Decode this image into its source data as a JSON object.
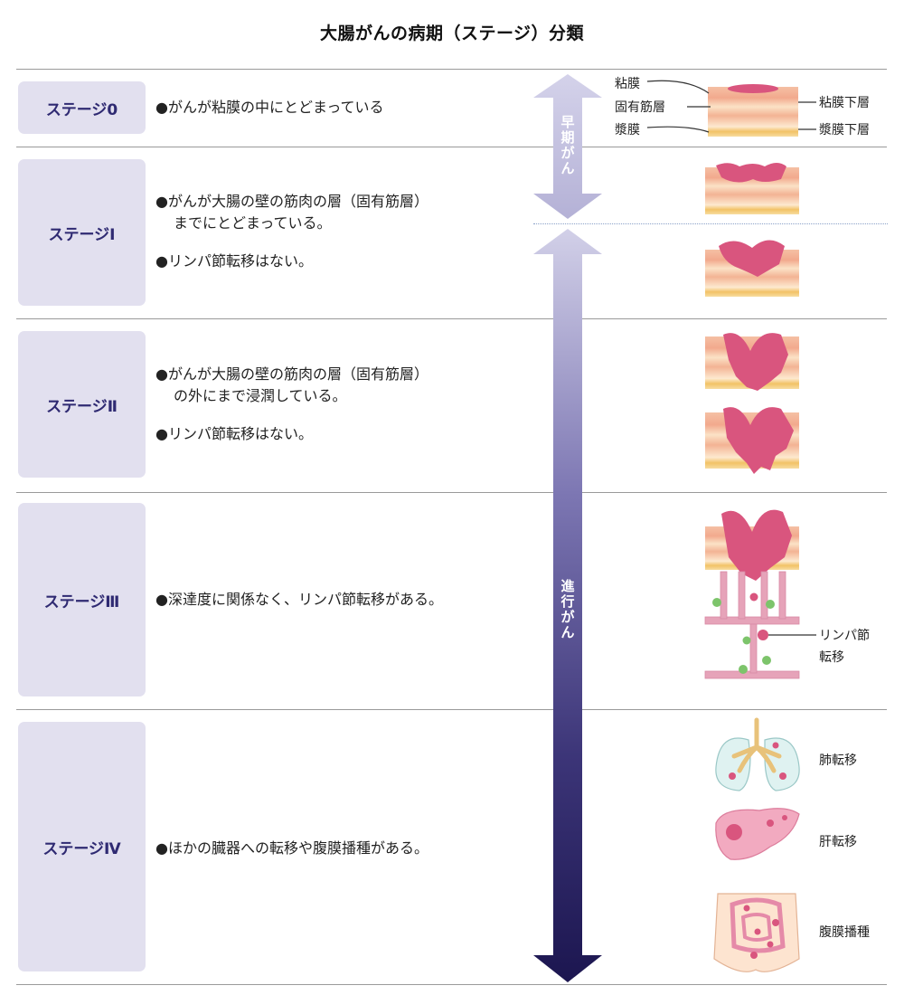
{
  "title": "大腸がんの病期（ステージ）分類",
  "arrows": {
    "early": "早期がん",
    "advanced": "進行がん"
  },
  "stages": [
    {
      "label": "ステージ0",
      "lines": [
        "●がんが粘膜の中にとどまっている"
      ]
    },
    {
      "label": "ステージⅠ",
      "lines": [
        "●がんが大腸の壁の筋肉の層（固有筋層）",
        "までにとどまっている。",
        "●リンパ節転移はない。"
      ]
    },
    {
      "label": "ステージⅡ",
      "lines": [
        "●がんが大腸の壁の筋肉の層（固有筋層）",
        "の外にまで浸潤している。",
        "●リンパ節転移はない。"
      ]
    },
    {
      "label": "ステージⅢ",
      "lines": [
        "●深達度に関係なく、リンパ節転移がある。"
      ]
    },
    {
      "label": "ステージⅣ",
      "lines": [
        "●ほかの臓器への転移や腹膜播種がある。"
      ]
    }
  ],
  "layer_labels": {
    "mucosa": "粘膜",
    "muscularis": "固有筋層",
    "serosa": "漿膜",
    "submucosa": "粘膜下層",
    "subserosa": "漿膜下層"
  },
  "metastasis_labels": {
    "lymph_1": "リンパ節",
    "lymph_2": "転移",
    "lung": "肺転移",
    "liver": "肝転移",
    "peritoneal": "腹膜播種"
  },
  "colors": {
    "stage_box": "#e2e0ef",
    "stage_text": "#2f2a72",
    "arrow_light": "#c9c7e3",
    "arrow_dark": "#221c54",
    "tumor": "#d9557e",
    "mucosa": "#f3b79a",
    "muscle": "#f4cc8a"
  }
}
